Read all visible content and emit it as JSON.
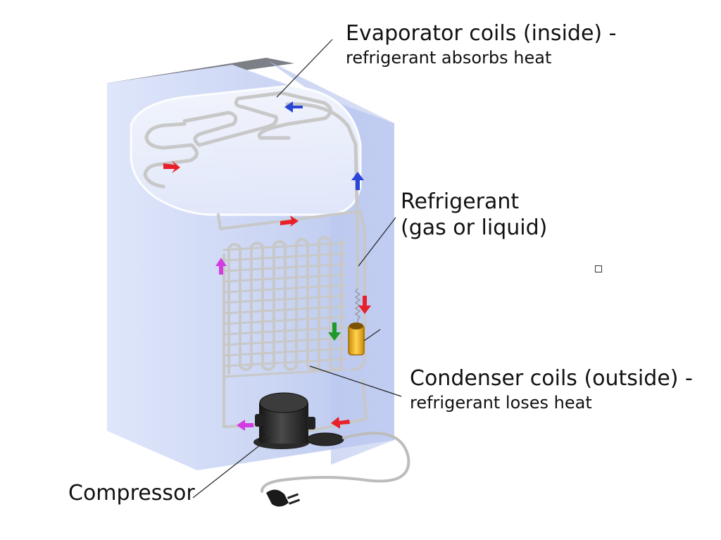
{
  "labels": {
    "evaporator": {
      "line1": "Evaporator coils (inside) -",
      "line2": "refrigerant absorbs heat"
    },
    "refrigerant": {
      "line1": "Refrigerant",
      "line2": "(gas or liquid)"
    },
    "condenser": {
      "line1": "Condenser coils (outside) -",
      "line2": "refrigerant loses heat"
    },
    "compressor": {
      "line1": "Compressor"
    }
  },
  "colors": {
    "cabinet_front": "#c9d4f2",
    "cabinet_side": "#b8c6ee",
    "tube": "#c8c8c8",
    "flow_hot": "#e8202a",
    "flow_cold": "#2a45d8",
    "flow_compressor": "#d23ce0",
    "flow_condensed": "#1e9a2a",
    "drier": "#e8b21e",
    "compressor": "#2b2b2b"
  },
  "icons": [
    "power-plug-icon"
  ]
}
